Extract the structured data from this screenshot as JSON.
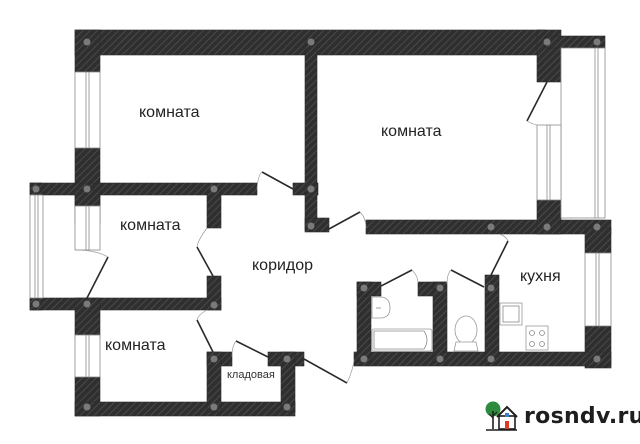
{
  "rooms": {
    "room_top_left": "комната",
    "room_top_right": "комната",
    "room_middle_left": "комната",
    "room_bottom_left": "комната",
    "corridor": "коридор",
    "kitchen": "кухня",
    "storage": "кладовая"
  },
  "logo": {
    "text": "rosndv.ru",
    "icon": "tree-house-icon",
    "colors": {
      "tree": "#2e8b3e",
      "house": "#2a2a2a",
      "door": "#e03a2a",
      "window": "#3a7fd0"
    }
  },
  "colors": {
    "wall": "#2f2f2f",
    "hatch": "#5a5a5a",
    "column": "#7a7a7a",
    "background": "#ffffff"
  }
}
